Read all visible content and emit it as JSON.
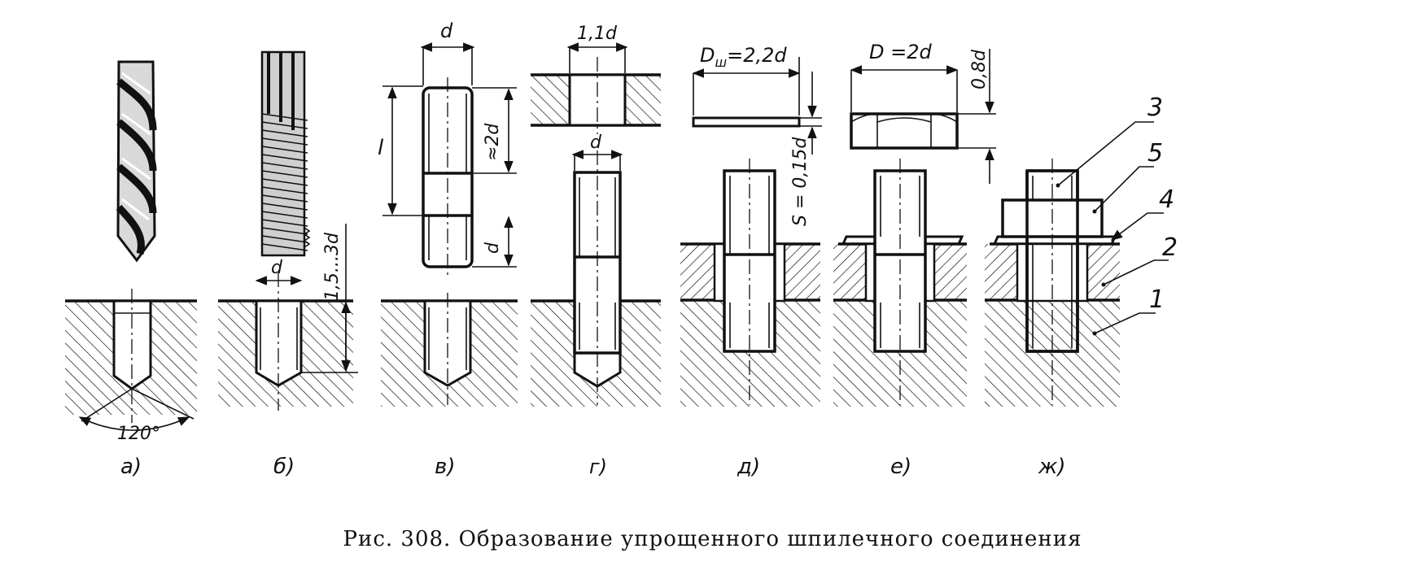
{
  "figure": {
    "caption": "Рис. 308.  Образование упрощенного шпилечного соединения",
    "panels": [
      {
        "id": "a",
        "label": "а)"
      },
      {
        "id": "b",
        "label": "б)"
      },
      {
        "id": "v",
        "label": "в)"
      },
      {
        "id": "g",
        "label": "г)"
      },
      {
        "id": "d",
        "label": "д)"
      },
      {
        "id": "e",
        "label": "е)"
      },
      {
        "id": "zh",
        "label": "ж)"
      }
    ],
    "dimensions": {
      "angle": "120°",
      "thread_depth": "1,5...3d",
      "b_d": "d",
      "v_d_top": "d",
      "v_d_bottom": "d",
      "v_l": "l",
      "v_2d": "≈2d",
      "g_hole": "1,1d",
      "g_d": "d",
      "washer_D": "D",
      "washer_D_sub": "ш",
      "washer_D_val": "=2,2d",
      "washer_S": "S = 0,15d",
      "nut_D": "D =2d",
      "nut_h": "0,8d"
    },
    "part_numbers": [
      "3",
      "5",
      "4",
      "2",
      "1"
    ]
  }
}
